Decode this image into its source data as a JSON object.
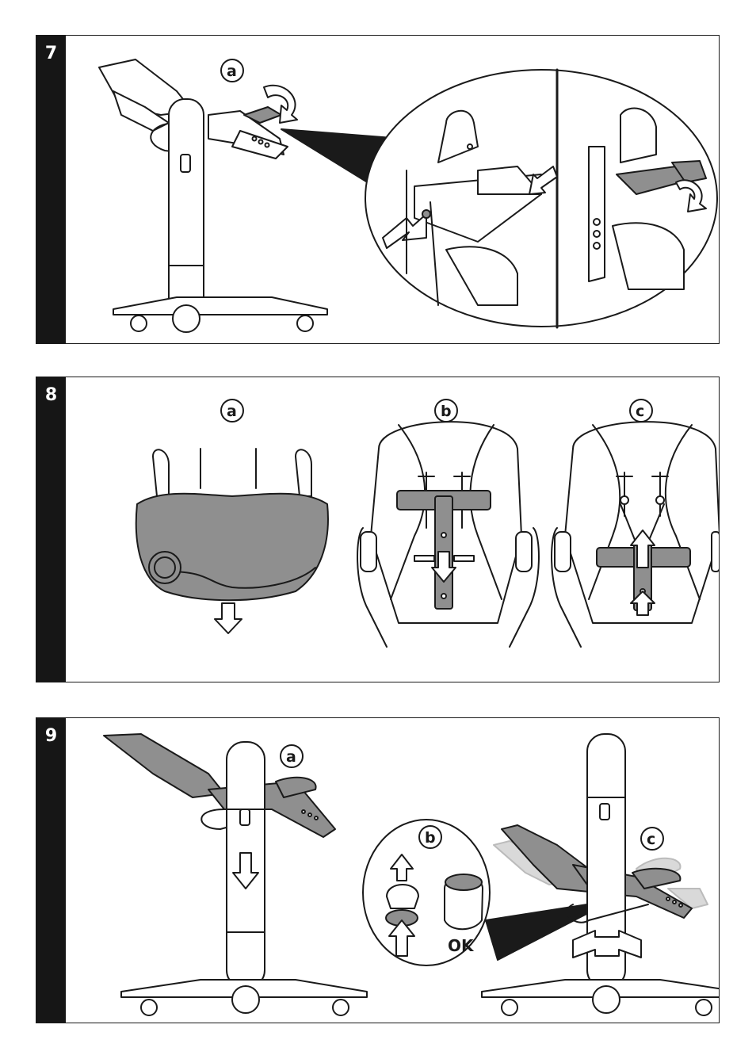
{
  "steps": [
    {
      "number": "7",
      "labels": [
        "a"
      ]
    },
    {
      "number": "8",
      "labels": [
        "a",
        "b",
        "c"
      ]
    },
    {
      "number": "9",
      "labels": [
        "a",
        "b",
        "c"
      ],
      "ok_text": "OK"
    }
  ],
  "colors": {
    "ink": "#1a1a1a",
    "gray": "#8f8f8f",
    "light_gray": "#d9d9d9",
    "bar": "#161616"
  }
}
